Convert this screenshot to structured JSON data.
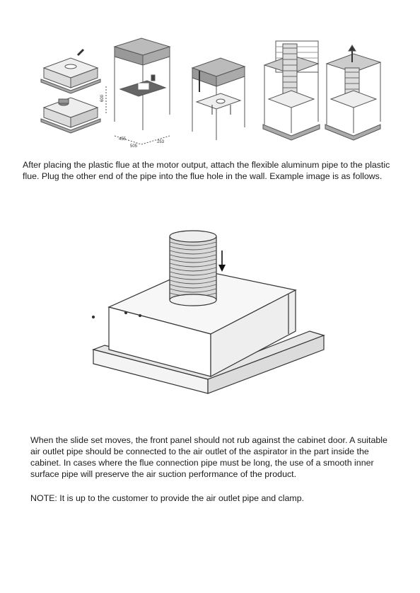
{
  "document": {
    "paragraphs": {
      "flue_instructions": "After placing the plastic flue at the motor output, attach the flexible aluminum pipe to the plastic flue. Plug the other end of the pipe into the flue hole in the wall. Example image is as follows.",
      "outlet_pipe_instructions": "When the slide set moves, the front panel should not rub against the cabinet door. A suitable air outlet pipe should be connected to the air outlet of the aspirator in the part inside the cabinet. In cases where the flue connection pipe must be long, the use of a smooth inner surface pipe will preserve the air suction performance of the product.",
      "note": "NOTE: It is up to the customer to provide the air outlet pipe and clamp."
    },
    "figures": {
      "installation_steps": {
        "dimension_labels": [
          "600",
          "455",
          "505",
          "253"
        ]
      },
      "hood_with_pipe": {}
    }
  }
}
